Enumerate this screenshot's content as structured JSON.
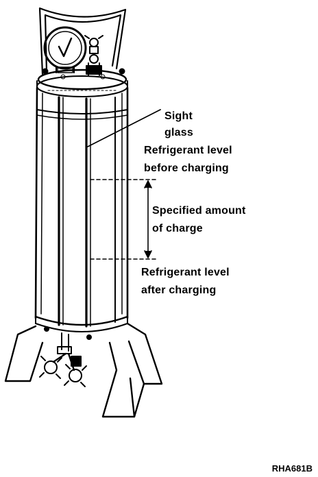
{
  "labels": {
    "sight_glass_line1": "Sight",
    "sight_glass_line2": "glass",
    "level_before_line1": "Refrigerant level",
    "level_before_line2": "before charging",
    "specified_line1": "Specified amount",
    "specified_line2": "of charge",
    "level_after_line1": "Refrigerant level",
    "level_after_line2": "after charging"
  },
  "figure_code": "RHA681B",
  "colors": {
    "ink": "#000000",
    "paper": "#ffffff"
  }
}
